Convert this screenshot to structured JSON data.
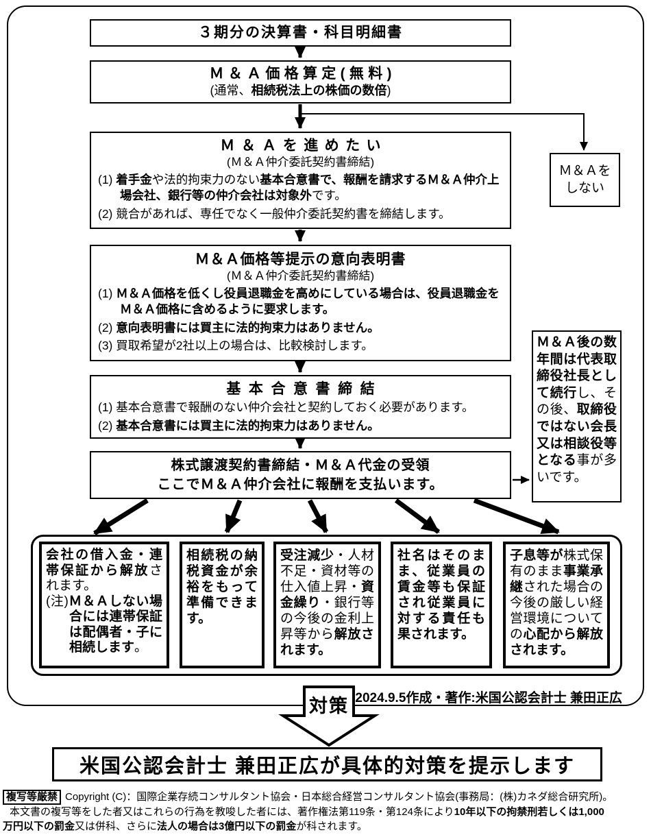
{
  "palette": {
    "ink": "#000000",
    "paper": "#ffffff"
  },
  "flow": {
    "box1": {
      "title": "３期分の決算書・科目明細書"
    },
    "box2": {
      "title": "Ｍ＆Ａ価格算定(無料)",
      "subtitle": [
        {
          "t": "(通常、",
          "b": false
        },
        {
          "t": "相続税法上の株価の数倍",
          "b": true
        },
        {
          "t": ")",
          "b": false
        }
      ]
    },
    "box3": {
      "title": "Ｍ＆Ａを進めたい",
      "subtitle": "(Ｍ＆Ａ仲介委託契約書締結)",
      "items": [
        [
          {
            "t": "(1) ",
            "b": false
          },
          {
            "t": "着手金",
            "b": true
          },
          {
            "t": "や法的拘束力のない",
            "b": false
          },
          {
            "t": "基本合意書で、報酬を請求するＭ＆Ａ仲介上場会社、銀行等の仲介会社は対象外",
            "b": true
          },
          {
            "t": "です。",
            "b": false
          }
        ],
        [
          {
            "t": "(2) 競合があれば、専任でなく一般仲介委託契約書を締結します。",
            "b": false
          }
        ]
      ]
    },
    "box4": {
      "title": "Ｍ＆Ａ価格等提示の意向表明書",
      "subtitle": "(Ｍ＆Ａ仲介委託契約書締結)",
      "items": [
        [
          {
            "t": "(1) ",
            "b": false
          },
          {
            "t": "Ｍ＆Ａ価格を低くし役員退職金を高めにしている場合は、役員退職金をＭ＆Ａ価格に含めるように要求します。",
            "b": true
          }
        ],
        [
          {
            "t": "(2) ",
            "b": false
          },
          {
            "t": "意向表明書には買主に法的拘束力はありません。",
            "b": true
          }
        ],
        [
          {
            "t": "(3) 買取希望が2社以上の場合は、比較検討します。",
            "b": false
          }
        ]
      ]
    },
    "box5": {
      "title": "基本合意書締結",
      "items": [
        [
          {
            "t": "(1) 基本合意書で報酬のない仲介会社と契約しておく必要があります。",
            "b": false
          }
        ],
        [
          {
            "t": "(2) ",
            "b": false
          },
          {
            "t": "基本合意書には買主に法的拘束力はありません。",
            "b": true
          }
        ]
      ]
    },
    "box6": {
      "line1": "株式譲渡契約書締結・Ｍ＆Ａ代金の受領",
      "line2": "ここでＭ＆Ａ仲介会社に報酬を支払います。"
    },
    "no_ma_box": {
      "line1": "Ｍ＆Ａを",
      "line2": "しない"
    },
    "after_ma_note": [
      {
        "t": "Ｍ＆Ａ後の数年間は代表取締役社長として続行",
        "b": true
      },
      {
        "t": "し、その後、",
        "b": false
      },
      {
        "t": "取締役ではない会長又は相談役等となる",
        "b": true
      },
      {
        "t": "事が多いです。",
        "b": false
      }
    ]
  },
  "benefits": {
    "boxes": [
      {
        "paras": [
          [
            {
              "t": "会社の借入金・連帯保証から解放",
              "b": true
            },
            {
              "t": "されます。",
              "b": false
            }
          ],
          [
            {
              "t": "(注)",
              "b": false
            },
            {
              "t": "Ｍ＆Ａしない場合には連帯保証は配偶者・子に相続します",
              "b": true
            },
            {
              "t": "。",
              "b": false
            }
          ]
        ]
      },
      {
        "paras": [
          [
            {
              "t": "相続税の納税資金が余裕をもって準備できます。",
              "b": true
            }
          ]
        ]
      },
      {
        "paras": [
          [
            {
              "t": "受注減少",
              "b": true
            },
            {
              "t": "・人材不足・資材等の仕入値上昇・",
              "b": false
            },
            {
              "t": "資金繰り",
              "b": true
            },
            {
              "t": "・銀行等の今後の金利上昇等から",
              "b": false
            },
            {
              "t": "解放されます。",
              "b": true
            }
          ]
        ]
      },
      {
        "paras": [
          [
            {
              "t": "社名はそのまま、従業員の賃金等も保証され従業員に対する責任も果されます。",
              "b": true
            }
          ]
        ]
      },
      {
        "paras": [
          [
            {
              "t": "子息等が",
              "b": true
            },
            {
              "t": "株式保有のまま",
              "b": false
            },
            {
              "t": "事業承継",
              "b": true
            },
            {
              "t": "された場合の今後の厳しい経営環境についての",
              "b": false
            },
            {
              "t": "心配から解放されます。",
              "b": true
            }
          ]
        ]
      }
    ]
  },
  "taisaku_label": "対策",
  "credit": "2024.9.5作成・著作:米国公認会計士 兼田正広",
  "banner": "米国公認会計士 兼田正広が具体的対策を提示します",
  "footer": {
    "stamp": "複写等厳禁",
    "line1": [
      {
        "t": "Copyright (C)：国際企業存続コンサルタント協会・日本総合経営コンサルタント協会(事務局：(株)カネダ総合研究所)。",
        "b": false
      }
    ],
    "line2": [
      {
        "t": "本文書の複写等をした者又はこれらの行為を教唆した者には、著作権法第119条・第124条により",
        "b": false
      },
      {
        "t": "10年以下の拘禁刑若しくは1,000",
        "b": true
      }
    ],
    "line3": [
      {
        "t": "万円以下の罰金",
        "b": true
      },
      {
        "t": "又は併科、さらに",
        "b": false
      },
      {
        "t": "法人の場合は3億円以下の罰金",
        "b": true
      },
      {
        "t": "が科されます。",
        "b": false
      }
    ]
  }
}
